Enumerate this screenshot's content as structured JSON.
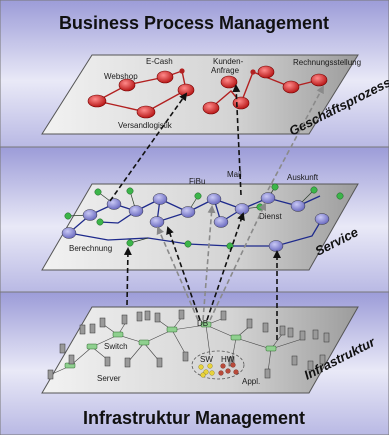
{
  "titles": {
    "top": "Business Process Management",
    "bottom": "Infrastruktur Management"
  },
  "layers": [
    {
      "id": "process",
      "name": "Geschäftsprozess"
    },
    {
      "id": "service",
      "name": "Service"
    },
    {
      "id": "infra",
      "name": "Infrastruktur"
    }
  ],
  "process_labels": [
    {
      "id": "ecash",
      "text": "E-Cash"
    },
    {
      "id": "webshop",
      "text": "Webshop"
    },
    {
      "id": "kunden1",
      "text": "Kunden-"
    },
    {
      "id": "kunden2",
      "text": "Anfrage"
    },
    {
      "id": "rechnung",
      "text": "Rechnungsstellung"
    },
    {
      "id": "versand",
      "text": "Versandlogistik"
    }
  ],
  "service_labels": [
    {
      "id": "fibu",
      "text": "FiBu"
    },
    {
      "id": "mail",
      "text": "Mail"
    },
    {
      "id": "auskunft",
      "text": "Auskunft"
    },
    {
      "id": "dienst",
      "text": "Dienst"
    },
    {
      "id": "berechnung",
      "text": "Berechnung"
    }
  ],
  "infra_labels": [
    {
      "id": "db",
      "text": "DB"
    },
    {
      "id": "switch",
      "text": "Switch"
    },
    {
      "id": "server",
      "text": "Server"
    },
    {
      "id": "sw",
      "text": "SW"
    },
    {
      "id": "hw",
      "text": "HW"
    },
    {
      "id": "appl",
      "text": "Appl."
    }
  ],
  "colors": {
    "band_top": "#9c9cd8",
    "band_mid": "#e9e9f7",
    "plane_light": "#e6e6e6",
    "plane_dark": "#9a9a9a",
    "process_node": "#d42828",
    "process_link": "#b22020",
    "service_node": "#8f8fd8",
    "service_small_node": "#3cb54a",
    "service_link": "#1e2a8c",
    "infra_node": "#8fd08f",
    "arrow_black": "#111111",
    "arrow_gray": "#8a8a8a"
  }
}
